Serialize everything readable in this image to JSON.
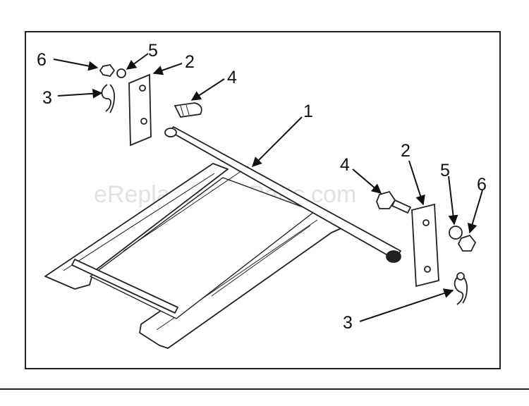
{
  "watermark": "eReplacementParts.com",
  "callouts": {
    "left_6": "6",
    "left_5": "5",
    "left_2": "2",
    "left_3": "3",
    "left_4": "4",
    "center_1": "1",
    "right_4": "4",
    "right_2": "2",
    "right_5": "5",
    "right_6": "6",
    "right_3": "3"
  }
}
